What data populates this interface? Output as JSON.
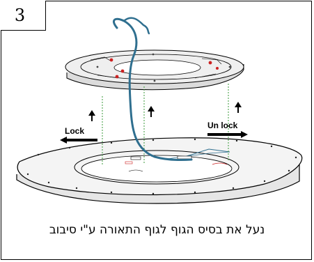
{
  "step": {
    "number": "3"
  },
  "labels": {
    "lock": "Lock",
    "unlock": "Un lock"
  },
  "caption": "נעל את בסיס הגוף לגוף התאורה ע\"י סיבוב",
  "colors": {
    "cable": "#2f6f8f",
    "guide_lines": "#3a9a3a",
    "pins": "#cc2222",
    "outline": "#000000",
    "panel_fill": "#f4f4f4"
  },
  "icons": {
    "up_arrows": "up-arrow-icon",
    "lock_arrow": "left-arrow-icon",
    "unlock_arrow": "right-arrow-icon"
  }
}
